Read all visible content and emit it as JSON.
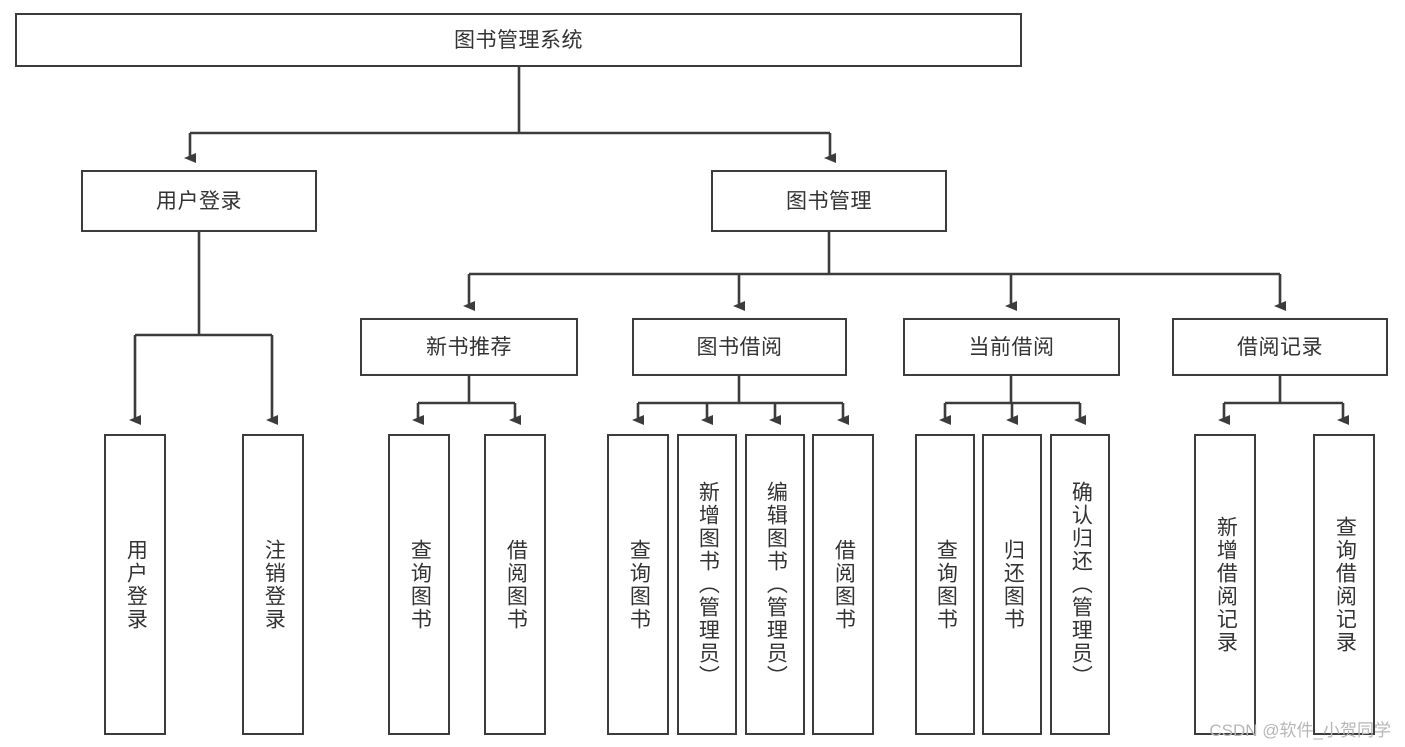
{
  "diagram": {
    "title": "图书管理系统",
    "type": "tree-hierarchy",
    "watermark": "CSDN @软件_小贺同学",
    "colors": {
      "background": "#ffffff",
      "box_border": "#3c3c3c",
      "box_fill": "#ffffff",
      "text": "#333333",
      "edge": "#3c3c3c",
      "watermark": "#b6b6b6"
    },
    "nodes": {
      "root": {
        "label": "图书管理系统",
        "orientation": "horizontal"
      },
      "level2": [
        {
          "id": "user-login",
          "label": "用户登录",
          "orientation": "horizontal"
        },
        {
          "id": "book-manage",
          "label": "图书管理",
          "orientation": "horizontal"
        }
      ],
      "level3": [
        {
          "id": "new-book-recommend",
          "label": "新书推荐",
          "orientation": "horizontal"
        },
        {
          "id": "book-borrow",
          "label": "图书借阅",
          "orientation": "horizontal"
        },
        {
          "id": "current-borrow",
          "label": "当前借阅",
          "orientation": "horizontal"
        },
        {
          "id": "borrow-record",
          "label": "借阅记录",
          "orientation": "horizontal"
        }
      ],
      "leaves": [
        {
          "id": "leaf-user-login",
          "label": "用户登录",
          "parent": "user-login",
          "orientation": "vertical"
        },
        {
          "id": "leaf-logout-login",
          "label": "注销登录",
          "parent": "user-login",
          "orientation": "vertical"
        },
        {
          "id": "leaf-query-book-1",
          "label": "查询图书",
          "parent": "new-book-recommend",
          "orientation": "vertical"
        },
        {
          "id": "leaf-borrow-book-1",
          "label": "借阅图书",
          "parent": "new-book-recommend",
          "orientation": "vertical"
        },
        {
          "id": "leaf-query-book-2",
          "label": "查询图书",
          "parent": "book-borrow",
          "orientation": "vertical"
        },
        {
          "id": "leaf-add-book",
          "label": "新增图书（管理员）",
          "parent": "book-borrow",
          "orientation": "vertical"
        },
        {
          "id": "leaf-edit-book",
          "label": "编辑图书（管理员）",
          "parent": "book-borrow",
          "orientation": "vertical"
        },
        {
          "id": "leaf-borrow-book-2",
          "label": "借阅图书",
          "parent": "book-borrow",
          "orientation": "vertical"
        },
        {
          "id": "leaf-query-book-3",
          "label": "查询图书",
          "parent": "current-borrow",
          "orientation": "vertical"
        },
        {
          "id": "leaf-return-book",
          "label": "归还图书",
          "parent": "current-borrow",
          "orientation": "vertical"
        },
        {
          "id": "leaf-confirm-return",
          "label": "确认归还（管理员）",
          "parent": "current-borrow",
          "orientation": "vertical"
        },
        {
          "id": "leaf-add-record",
          "label": "新增借阅记录",
          "parent": "borrow-record",
          "orientation": "vertical"
        },
        {
          "id": "leaf-query-record",
          "label": "查询借阅记录",
          "parent": "borrow-record",
          "orientation": "vertical"
        }
      ]
    }
  }
}
